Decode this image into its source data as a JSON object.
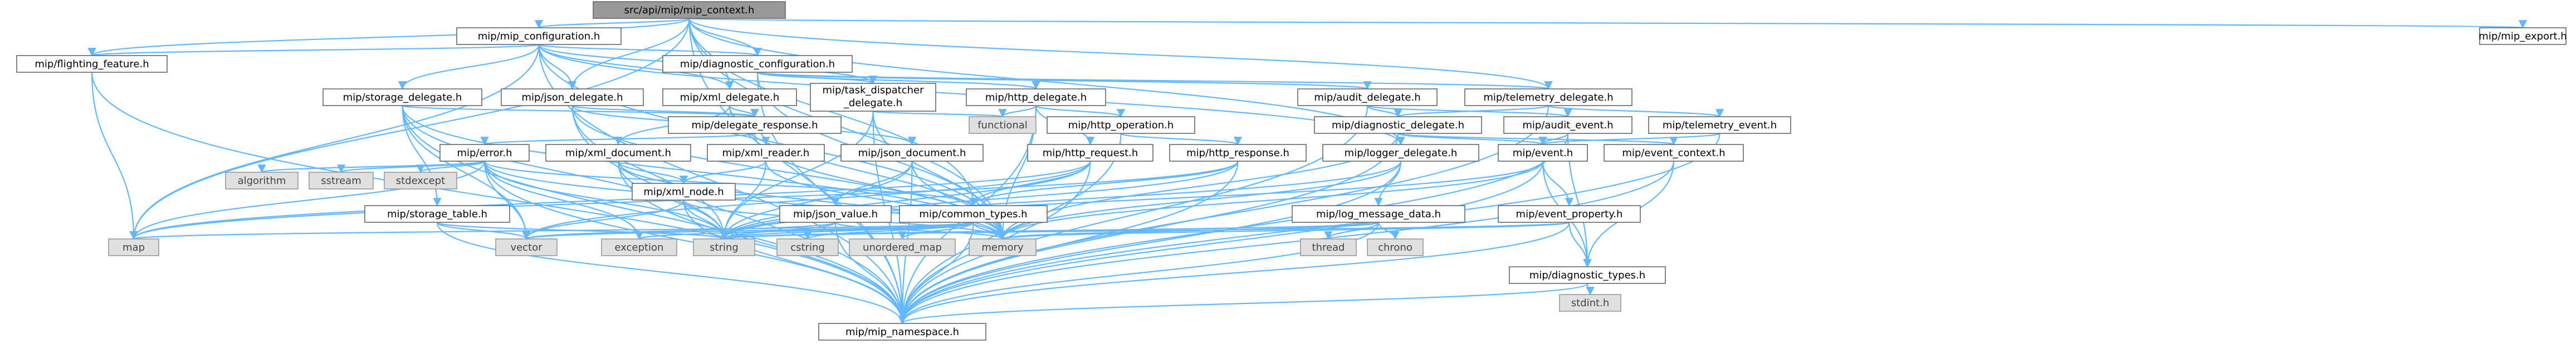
{
  "colors": {
    "background": "#ffffff",
    "edge": "#63b8ff",
    "node_border": "#666666",
    "node_fill": "#ffffff",
    "root_fill": "#999999",
    "system_fill": "#e0e0e0",
    "system_border": "#999999"
  },
  "nodes": [
    {
      "id": "root",
      "label": "src/api/mip/mip_context.h",
      "kind": "root"
    },
    {
      "id": "mip_configuration",
      "label": "mip/mip_configuration.h",
      "kind": "normal"
    },
    {
      "id": "mip_export",
      "label": "mip/mip_export.h",
      "kind": "normal"
    },
    {
      "id": "flighting_feature",
      "label": "mip/flighting_feature.h",
      "kind": "normal"
    },
    {
      "id": "diagnostic_configuration",
      "label": "mip/diagnostic_configuration.h",
      "kind": "normal"
    },
    {
      "id": "storage_delegate",
      "label": "mip/storage_delegate.h",
      "kind": "normal"
    },
    {
      "id": "json_delegate",
      "label": "mip/json_delegate.h",
      "kind": "normal"
    },
    {
      "id": "xml_delegate",
      "label": "mip/xml_delegate.h",
      "kind": "normal"
    },
    {
      "id": "task_dispatcher_delegate",
      "label": "mip/task_dispatcher_delegate.h",
      "label_lines": [
        "mip/task_dispatcher",
        "_delegate.h"
      ],
      "kind": "normal"
    },
    {
      "id": "http_delegate",
      "label": "mip/http_delegate.h",
      "kind": "normal"
    },
    {
      "id": "audit_delegate",
      "label": "mip/audit_delegate.h",
      "kind": "normal"
    },
    {
      "id": "telemetry_delegate",
      "label": "mip/telemetry_delegate.h",
      "kind": "normal"
    },
    {
      "id": "delegate_response",
      "label": "mip/delegate_response.h",
      "kind": "normal"
    },
    {
      "id": "functional",
      "label": "functional",
      "kind": "system"
    },
    {
      "id": "http_operation",
      "label": "mip/http_operation.h",
      "kind": "normal"
    },
    {
      "id": "diagnostic_delegate",
      "label": "mip/diagnostic_delegate.h",
      "kind": "normal"
    },
    {
      "id": "audit_event",
      "label": "mip/audit_event.h",
      "kind": "normal"
    },
    {
      "id": "telemetry_event",
      "label": "mip/telemetry_event.h",
      "kind": "normal"
    },
    {
      "id": "error",
      "label": "mip/error.h",
      "kind": "normal"
    },
    {
      "id": "xml_document",
      "label": "mip/xml_document.h",
      "kind": "normal"
    },
    {
      "id": "xml_reader",
      "label": "mip/xml_reader.h",
      "kind": "normal"
    },
    {
      "id": "json_document",
      "label": "mip/json_document.h",
      "kind": "normal"
    },
    {
      "id": "http_request",
      "label": "mip/http_request.h",
      "kind": "normal"
    },
    {
      "id": "http_response",
      "label": "mip/http_response.h",
      "kind": "normal"
    },
    {
      "id": "logger_delegate",
      "label": "mip/logger_delegate.h",
      "kind": "normal"
    },
    {
      "id": "event",
      "label": "mip/event.h",
      "kind": "normal"
    },
    {
      "id": "event_context",
      "label": "mip/event_context.h",
      "kind": "normal"
    },
    {
      "id": "algorithm",
      "label": "algorithm",
      "kind": "system"
    },
    {
      "id": "sstream",
      "label": "sstream",
      "kind": "system"
    },
    {
      "id": "stdexcept",
      "label": "stdexcept",
      "kind": "system"
    },
    {
      "id": "storage_table",
      "label": "mip/storage_table.h",
      "kind": "normal"
    },
    {
      "id": "xml_node",
      "label": "mip/xml_node.h",
      "kind": "normal"
    },
    {
      "id": "json_value",
      "label": "mip/json_value.h",
      "kind": "normal"
    },
    {
      "id": "common_types",
      "label": "mip/common_types.h",
      "kind": "normal"
    },
    {
      "id": "log_message_data",
      "label": "mip/log_message_data.h",
      "kind": "normal"
    },
    {
      "id": "event_property",
      "label": "mip/event_property.h",
      "kind": "normal"
    },
    {
      "id": "map",
      "label": "map",
      "kind": "system"
    },
    {
      "id": "vector",
      "label": "vector",
      "kind": "system"
    },
    {
      "id": "exception",
      "label": "exception",
      "kind": "system"
    },
    {
      "id": "string",
      "label": "string",
      "kind": "system"
    },
    {
      "id": "cstring",
      "label": "cstring",
      "kind": "system"
    },
    {
      "id": "unordered_map",
      "label": "unordered_map",
      "kind": "system"
    },
    {
      "id": "memory",
      "label": "memory",
      "kind": "system"
    },
    {
      "id": "thread",
      "label": "thread",
      "kind": "system"
    },
    {
      "id": "chrono",
      "label": "chrono",
      "kind": "system"
    },
    {
      "id": "diagnostic_types",
      "label": "mip/diagnostic_types.h",
      "kind": "normal"
    },
    {
      "id": "stdint",
      "label": "stdint.h",
      "kind": "system"
    },
    {
      "id": "mip_namespace",
      "label": "mip/mip_namespace.h",
      "kind": "normal"
    }
  ],
  "edges": [
    [
      "root",
      "mip_configuration"
    ],
    [
      "root",
      "mip_export"
    ],
    [
      "root",
      "flighting_feature"
    ],
    [
      "root",
      "diagnostic_configuration"
    ],
    [
      "root",
      "json_delegate"
    ],
    [
      "root",
      "xml_delegate"
    ],
    [
      "root",
      "logger_delegate"
    ],
    [
      "root",
      "telemetry_delegate"
    ],
    [
      "root",
      "common_types"
    ],
    [
      "root",
      "map"
    ],
    [
      "root",
      "memory"
    ],
    [
      "root",
      "mip_namespace"
    ],
    [
      "mip_configuration",
      "flighting_feature"
    ],
    [
      "mip_configuration",
      "diagnostic_configuration"
    ],
    [
      "mip_configuration",
      "storage_delegate"
    ],
    [
      "mip_configuration",
      "json_delegate"
    ],
    [
      "mip_configuration",
      "xml_delegate"
    ],
    [
      "mip_configuration",
      "task_dispatcher_delegate"
    ],
    [
      "mip_configuration",
      "logger_delegate"
    ],
    [
      "mip_configuration",
      "map"
    ],
    [
      "mip_configuration",
      "memory"
    ],
    [
      "mip_configuration",
      "mip_namespace"
    ],
    [
      "flighting_feature",
      "map"
    ],
    [
      "flighting_feature",
      "mip_namespace"
    ],
    [
      "diagnostic_configuration",
      "task_dispatcher_delegate"
    ],
    [
      "diagnostic_configuration",
      "http_delegate"
    ],
    [
      "diagnostic_configuration",
      "audit_delegate"
    ],
    [
      "diagnostic_configuration",
      "telemetry_delegate"
    ],
    [
      "diagnostic_configuration",
      "memory"
    ],
    [
      "diagnostic_configuration",
      "mip_namespace"
    ],
    [
      "storage_delegate",
      "delegate_response"
    ],
    [
      "storage_delegate",
      "storage_table"
    ],
    [
      "storage_delegate",
      "memory"
    ],
    [
      "storage_delegate",
      "string"
    ],
    [
      "storage_delegate",
      "vector"
    ],
    [
      "storage_delegate",
      "mip_namespace"
    ],
    [
      "json_delegate",
      "delegate_response"
    ],
    [
      "json_delegate",
      "json_document"
    ],
    [
      "json_delegate",
      "memory"
    ],
    [
      "json_delegate",
      "string"
    ],
    [
      "json_delegate",
      "mip_namespace"
    ],
    [
      "xml_delegate",
      "delegate_response"
    ],
    [
      "xml_delegate",
      "xml_document"
    ],
    [
      "xml_delegate",
      "xml_reader"
    ],
    [
      "xml_delegate",
      "memory"
    ],
    [
      "task_dispatcher_delegate",
      "functional"
    ],
    [
      "task_dispatcher_delegate",
      "memory"
    ],
    [
      "task_dispatcher_delegate",
      "string"
    ],
    [
      "task_dispatcher_delegate",
      "mip_namespace"
    ],
    [
      "http_delegate",
      "functional"
    ],
    [
      "http_delegate",
      "http_operation"
    ],
    [
      "http_delegate",
      "http_request"
    ],
    [
      "http_delegate",
      "memory"
    ],
    [
      "http_delegate",
      "mip_namespace"
    ],
    [
      "http_operation",
      "http_response"
    ],
    [
      "http_operation",
      "mip_namespace"
    ],
    [
      "audit_delegate",
      "diagnostic_delegate"
    ],
    [
      "audit_delegate",
      "audit_event"
    ],
    [
      "audit_delegate",
      "mip_namespace"
    ],
    [
      "telemetry_delegate",
      "diagnostic_delegate"
    ],
    [
      "telemetry_delegate",
      "telemetry_event"
    ],
    [
      "telemetry_delegate",
      "mip_namespace"
    ],
    [
      "diagnostic_delegate",
      "event"
    ],
    [
      "diagnostic_delegate",
      "event_context"
    ],
    [
      "diagnostic_delegate",
      "memory"
    ],
    [
      "diagnostic_delegate",
      "mip_namespace"
    ],
    [
      "audit_event",
      "event"
    ],
    [
      "audit_event",
      "diagnostic_types"
    ],
    [
      "audit_event",
      "mip_namespace"
    ],
    [
      "telemetry_event",
      "event"
    ],
    [
      "telemetry_event",
      "mip_namespace"
    ],
    [
      "delegate_response",
      "error"
    ],
    [
      "delegate_response",
      "memory"
    ],
    [
      "error",
      "algorithm"
    ],
    [
      "error",
      "sstream"
    ],
    [
      "error",
      "stdexcept"
    ],
    [
      "error",
      "common_types"
    ],
    [
      "error",
      "map"
    ],
    [
      "error",
      "exception"
    ],
    [
      "error",
      "vector"
    ],
    [
      "error",
      "string"
    ],
    [
      "error",
      "memory"
    ],
    [
      "error",
      "mip_namespace"
    ],
    [
      "xml_document",
      "xml_node"
    ],
    [
      "xml_document",
      "memory"
    ],
    [
      "xml_document",
      "string"
    ],
    [
      "xml_document",
      "mip_namespace"
    ],
    [
      "xml_reader",
      "xml_node"
    ],
    [
      "xml_reader",
      "memory"
    ],
    [
      "xml_reader",
      "string"
    ],
    [
      "json_document",
      "json_value"
    ],
    [
      "json_document",
      "memory"
    ],
    [
      "json_document",
      "string"
    ],
    [
      "json_document",
      "mip_namespace"
    ],
    [
      "http_request",
      "common_types"
    ],
    [
      "http_request",
      "map"
    ],
    [
      "http_request",
      "string"
    ],
    [
      "http_request",
      "vector"
    ],
    [
      "http_request",
      "mip_namespace"
    ],
    [
      "http_response",
      "common_types"
    ],
    [
      "http_response",
      "map"
    ],
    [
      "http_response",
      "string"
    ],
    [
      "http_response",
      "mip_namespace"
    ],
    [
      "logger_delegate",
      "log_message_data"
    ],
    [
      "logger_delegate",
      "memory"
    ],
    [
      "logger_delegate",
      "string"
    ],
    [
      "logger_delegate",
      "mip_namespace"
    ],
    [
      "event",
      "event_property"
    ],
    [
      "event",
      "diagnostic_types"
    ],
    [
      "event",
      "memory"
    ],
    [
      "event",
      "string"
    ],
    [
      "event",
      "mip_namespace"
    ],
    [
      "event_context",
      "diagnostic_types"
    ],
    [
      "event_context",
      "mip_namespace"
    ],
    [
      "storage_table",
      "vector"
    ],
    [
      "storage_table",
      "string"
    ],
    [
      "storage_table",
      "mip_namespace"
    ],
    [
      "xml_node",
      "memory"
    ],
    [
      "xml_node",
      "string"
    ],
    [
      "xml_node",
      "vector"
    ],
    [
      "xml_node",
      "mip_namespace"
    ],
    [
      "json_value",
      "memory"
    ],
    [
      "json_value",
      "string"
    ],
    [
      "json_value",
      "vector"
    ],
    [
      "json_value",
      "mip_namespace"
    ],
    [
      "common_types",
      "cstring"
    ],
    [
      "common_types",
      "unordered_map"
    ],
    [
      "common_types",
      "map"
    ],
    [
      "common_types",
      "memory"
    ],
    [
      "common_types",
      "string"
    ],
    [
      "common_types",
      "vector"
    ],
    [
      "common_types",
      "exception"
    ],
    [
      "common_types",
      "mip_namespace"
    ],
    [
      "log_message_data",
      "thread"
    ],
    [
      "log_message_data",
      "chrono"
    ],
    [
      "log_message_data",
      "memory"
    ],
    [
      "log_message_data",
      "string"
    ],
    [
      "log_message_data",
      "mip_namespace"
    ],
    [
      "event_property",
      "diagnostic_types"
    ],
    [
      "event_property",
      "memory"
    ],
    [
      "event_property",
      "string"
    ],
    [
      "event_property",
      "mip_namespace"
    ],
    [
      "diagnostic_types",
      "stdint"
    ],
    [
      "diagnostic_types",
      "mip_namespace"
    ]
  ]
}
